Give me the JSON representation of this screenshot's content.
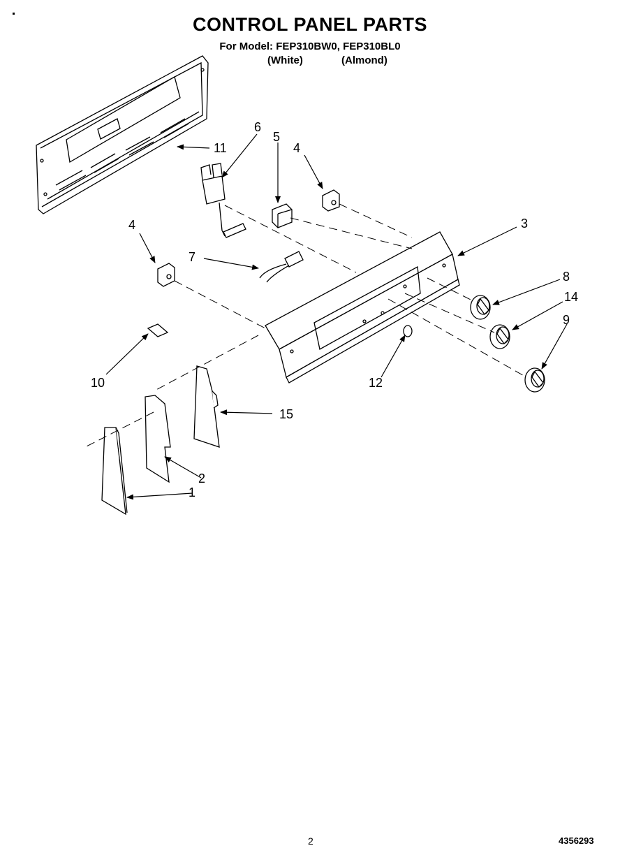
{
  "header": {
    "title": "CONTROL PANEL PARTS",
    "subtitle": "For Model: FEP310BW0, FEP310BL0",
    "variant_white": "(White)",
    "variant_almond": "(Almond)"
  },
  "callouts": [
    {
      "id": "c1",
      "label": "1"
    },
    {
      "id": "c2",
      "label": "2"
    },
    {
      "id": "c3",
      "label": "3"
    },
    {
      "id": "c4a",
      "label": "4"
    },
    {
      "id": "c4b",
      "label": "4"
    },
    {
      "id": "c5",
      "label": "5"
    },
    {
      "id": "c6",
      "label": "6"
    },
    {
      "id": "c7",
      "label": "7"
    },
    {
      "id": "c8",
      "label": "8"
    },
    {
      "id": "c9",
      "label": "9"
    },
    {
      "id": "c10",
      "label": "10"
    },
    {
      "id": "c11",
      "label": "11"
    },
    {
      "id": "c12",
      "label": "12"
    },
    {
      "id": "c14",
      "label": "14"
    },
    {
      "id": "c15",
      "label": "15"
    }
  ],
  "footer": {
    "page_number": "2",
    "document_number": "4356293"
  }
}
